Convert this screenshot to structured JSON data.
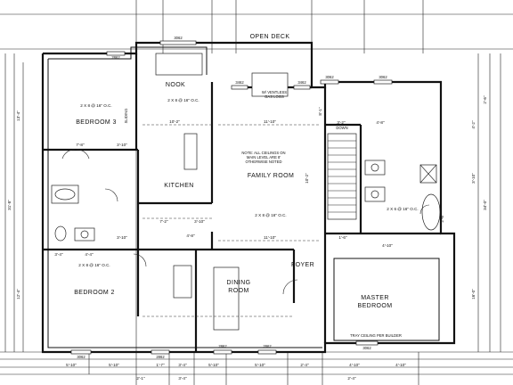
{
  "rooms": {
    "open_deck": "OPEN DECK",
    "nook": "NOOK",
    "bedroom3": "BEDROOM 3",
    "kitchen": "KITCHEN",
    "family_room": "FAMILY ROOM",
    "bedroom2": "BEDROOM 2",
    "dining": [
      "DINING",
      "ROOM"
    ],
    "foyer": "FOYER",
    "master": [
      "MASTER",
      "BEDROOM"
    ]
  },
  "notes": {
    "joists_a": "2 X 8 @ 16\" O.C.",
    "joists_b": "2 X 8 @ 16\" O.C.",
    "joists_c": "2 X 8 @ 16\" O.C.",
    "joists_d": "2 X 8 @ 16\" O.C.",
    "joists_e": "2 X 6 @ 16\" O.C.",
    "ceiling": [
      "NOTE: ALL CEILINGS ON",
      "MAIN LEVEL ARE 8'",
      "OTHERWISE NOTED"
    ],
    "tray": "TRAY CEILING PER BUILDER",
    "ventless": [
      "W/ VENTLESS",
      "GAS LOGS"
    ]
  },
  "dims": {
    "d1": "10'-2\"",
    "d2": "11'-10\"",
    "d3": "3'-2\"",
    "d4": "4'-8\"",
    "d5": "7'-8\"",
    "d6": "3'-10\"",
    "d7": "3'-10\"",
    "d8": "11'-10\"",
    "d9": "4'-10\"",
    "d10": "7'-2\"",
    "d11": "3'-10\"",
    "d12": "3'-4\"",
    "d13": "4'-4\"",
    "d14": "5'-10\"",
    "d15": "5'-10\"",
    "d16": "1'-7\"",
    "d17": "3'-4\"",
    "d18": "5'-10\"",
    "d19": "5'-10\"",
    "d20": "2'-4\"",
    "d21": "4'-10\"",
    "d22": "4'-10\"",
    "d23": "2'-1\"",
    "d24": "3'-4\"",
    "d25": "2'-4\"",
    "d26": "2'-6\"",
    "d27": "4'-2\"",
    "d28": "3'-10\"",
    "d29": "34'-0\"",
    "d30": "12'-4\"",
    "d31": "16'-0\"",
    "d32": "8'-1\"",
    "d33": "2'-6\"",
    "d34": "4'-8\"",
    "d35": "13'-4\"",
    "d36": "31'-8\"",
    "d37": "10'-2\"",
    "d38": "1'-6\""
  },
  "windows": {
    "w1": "2862",
    "w2": "3062",
    "w3": "3462",
    "w4": "3462",
    "w5": "3062",
    "w6": "3062",
    "w7": "3062",
    "w8": "2862",
    "w9": "2862",
    "w10": "2862",
    "w11": "3062"
  },
  "labels": {
    "sliding": "SLIDING",
    "stairs": "DOWN"
  }
}
